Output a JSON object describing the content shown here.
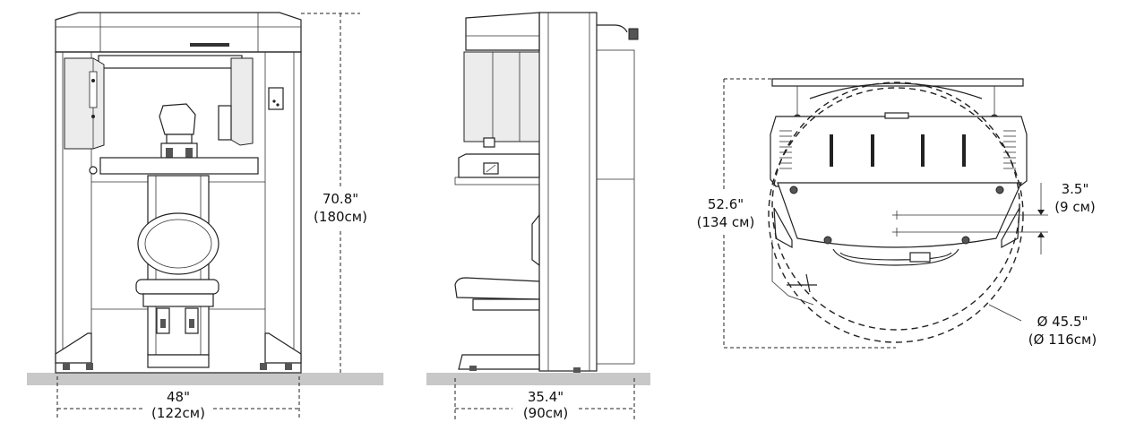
{
  "front_view": {
    "height_dimension": {
      "imperial": "70.8\"",
      "metric": "(180см)"
    },
    "width_dimension": {
      "imperial": "48\"",
      "metric": "(122см)"
    }
  },
  "side_view": {
    "depth_dimension": {
      "imperial": "35.4\"",
      "metric": "(90см)"
    }
  },
  "top_view": {
    "depth_dimension": {
      "imperial": "52.6\"",
      "metric": "(134 см)"
    },
    "offset_dimension": {
      "imperial": "3.5\"",
      "metric": "(9 см)"
    },
    "rotation_diameter": {
      "imperial": "Ø 45.5\"",
      "metric": "(Ø 116см)"
    }
  }
}
